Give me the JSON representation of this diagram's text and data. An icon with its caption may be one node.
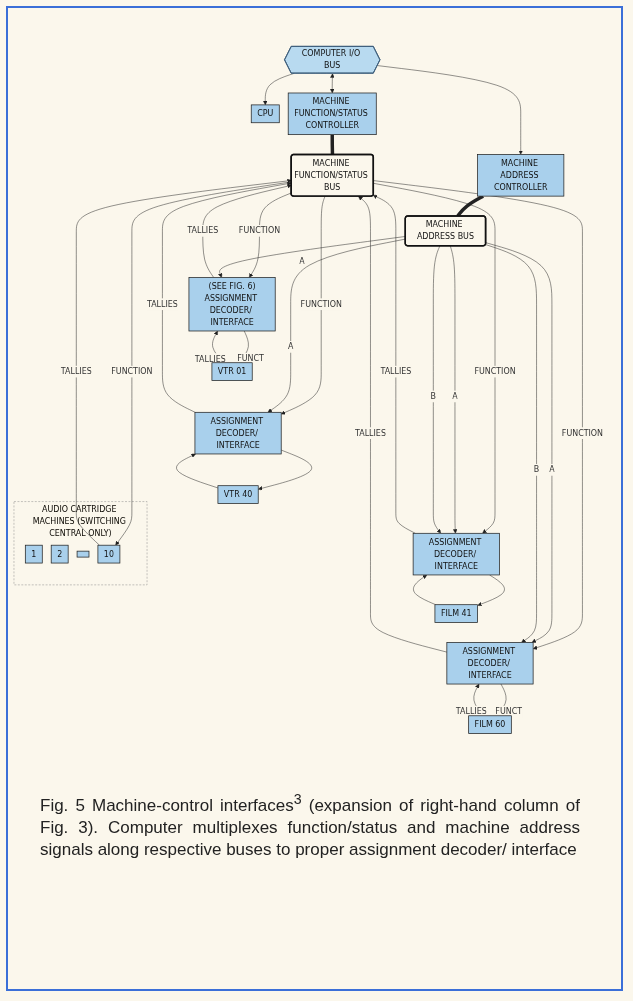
{
  "diagram": {
    "caption": "Fig. 5 Machine-control interfaces$^{3}$ (expansion of right-hand column of Fig. 3). Computer multiplexes function/status and machine address signals along respective buses to proper assignment decoder/ interface",
    "nodes": [
      {
        "text": [
          "CPU"
        ]
      },
      {
        "text": [
          "COMPUTER I/O BUS"
        ]
      },
      {
        "text": [
          "MACHINE FUNCTION/STATUS CONTROLLER"
        ]
      },
      {
        "text": [
          "MACHINE ADDRESS CONTROLLER"
        ]
      },
      {
        "text": [
          "MACHINE FUNCTION/STATUS BUS"
        ]
      },
      {
        "text": [
          "MACHINE ADDRESS BUS"
        ]
      },
      {
        "text": [
          "(SEE FIG. 6)",
          "ASSIGNMENT DECODER/ INTERFACE"
        ]
      },
      {
        "text": [
          "VTR 01"
        ]
      },
      {
        "text": [
          "ASSIGNMENT DECODER/ INTERFACE"
        ]
      },
      {
        "text": [
          "VTR 40"
        ]
      },
      {
        "text": [
          "ASSIGNMENT DECODER/ INTERFACE"
        ]
      },
      {
        "text": [
          "FILM 41"
        ]
      },
      {
        "text": [
          "ASSIGNMENT DECODER/ INTERFACE"
        ]
      },
      {
        "text": [
          "FILM 60"
        ]
      },
      {
        "text": [
          "AUDIO CARTRIDGE MACHINES (SWITCHING CENTRAL ONLY)"
        ]
      },
      {
        "text": [
          "1"
        ],
        "in": 14
      },
      {
        "text": [
          "2"
        ],
        "in": 14
      },
      {
        "text": [],
        "shape": "box",
        "in": 14
      },
      {
        "text": [
          "10"
        ],
        "in": 14
      }
    ],
    "edges": [
      {
        "from": 1,
        "to": 0,
        "arrow": "to"
      },
      {
        "from": 1,
        "to": 2,
        "arrow": "both"
      },
      {
        "from": 1,
        "to": 3,
        "arrow": "to"
      },
      {
        "from": 2,
        "to": 4,
        "arrow": "none",
        "style": "thick"
      },
      {
        "from": 3,
        "to": 5,
        "arrow": "none",
        "style": "thick"
      },
      {
        "from": 6,
        "to": 4,
        "arrow": "to",
        "label": "TALLIES"
      },
      {
        "from": 4,
        "to": 6,
        "arrow": "to",
        "label": "FUNCTION"
      },
      {
        "from": 5,
        "to": 6,
        "arrow": "to",
        "label": "A"
      },
      {
        "from": 6,
        "to": 7,
        "arrow": "to",
        "label": "FUNCT"
      },
      {
        "from": 7,
        "to": 6,
        "arrow": "to",
        "label": "TALLIES"
      },
      {
        "from": 8,
        "to": 4,
        "arrow": "to",
        "label": "TALLIES"
      },
      {
        "from": 4,
        "to": 8,
        "arrow": "to",
        "label": "FUNCTION"
      },
      {
        "from": 5,
        "to": 8,
        "arrow": "to",
        "label": "A"
      },
      {
        "from": 8,
        "to": 9,
        "arrow": "to"
      },
      {
        "from": 9,
        "to": 8,
        "arrow": "to"
      },
      {
        "from": 10,
        "to": 4,
        "arrow": "to",
        "label": "TALLIES"
      },
      {
        "from": 4,
        "to": 10,
        "arrow": "to",
        "label": "FUNCTION"
      },
      {
        "from": 5,
        "to": 10,
        "arrow": "to",
        "label": "A"
      },
      {
        "from": 5,
        "to": 10,
        "arrow": "to",
        "label": "B"
      },
      {
        "from": 10,
        "to": 11,
        "arrow": "to"
      },
      {
        "from": 11,
        "to": 10,
        "arrow": "to"
      },
      {
        "from": 18,
        "to": 4,
        "arrow": "to",
        "label": "TALLIES"
      },
      {
        "from": 4,
        "to": 18,
        "arrow": "to",
        "label": "FUNCTION"
      },
      {
        "from": 12,
        "to": 4,
        "arrow": "to",
        "label": "TALLIES"
      },
      {
        "from": 4,
        "to": 12,
        "arrow": "to",
        "label": "FUNCTION"
      },
      {
        "from": 5,
        "to": 12,
        "arrow": "to",
        "label": "A"
      },
      {
        "from": 5,
        "to": 12,
        "arrow": "to",
        "label": "B"
      },
      {
        "from": 12,
        "to": 13,
        "arrow": "to",
        "label": "FUNCT"
      },
      {
        "from": 13,
        "to": 12,
        "arrow": "to",
        "label": "TALLIES"
      }
    ]
  }
}
